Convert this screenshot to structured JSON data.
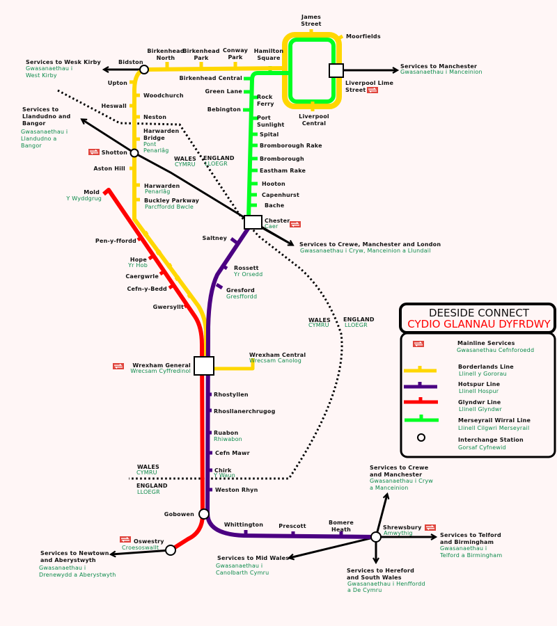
{
  "colors": {
    "borderlands": "#ffd700",
    "hotspur": "#4b0082",
    "glyndwr": "#ff0000",
    "merseyrail": "#00ff22",
    "welsh_text": "#0a8a4a",
    "mainline_icon": "#e0443c"
  },
  "legend": {
    "title_en": "DEESIDE CONNECT",
    "title_cy": "CYDIO GLANNAU DYFRDWY",
    "mainline": {
      "en": "Mainline Services",
      "cy": "Gwasanethau Cefnforoedd"
    },
    "borderlands": {
      "en": "Borderlands Line",
      "cy": "Llinell y Gororau"
    },
    "hotspur": {
      "en": "Hotspur Line",
      "cy": "Llinell Hospur"
    },
    "glyndwr": {
      "en": "Glyndwr Line",
      "cy": "Llinell Glyndwr"
    },
    "merseyrail": {
      "en": "Merseyrail Wirral Line",
      "cy": "Llinell Cilgwri Merseyrail"
    },
    "interchange": {
      "en": "Interchange Station",
      "cy": "Gorsaf Cyfnewid"
    }
  },
  "borders": {
    "north": {
      "wales": "WALES",
      "cymru": "CYMRU",
      "england": "ENGLAND",
      "lloegr": "LLOEGR"
    },
    "middle": {
      "wales": "WALES",
      "cymru": "CYMRU",
      "england": "ENGLAND",
      "lloegr": "LLOEGR"
    },
    "south": {
      "wales": "WALES",
      "cymru": "CYMRU",
      "england": "ENGLAND",
      "lloegr": "LLOEGR"
    }
  },
  "services": {
    "west_kirby": {
      "en": [
        "Services to Wesk Kirby"
      ],
      "cy": [
        "Gwasanaethau i",
        "West Kirby"
      ]
    },
    "manchester": {
      "en": [
        "Services to Manchester"
      ],
      "cy": [
        "Gwasanaethau i Manceinion"
      ]
    },
    "llandudno": {
      "en": [
        "Services to",
        "Llandudno and",
        "Bangor"
      ],
      "cy": [
        "Gwasanaethau i",
        "Llandudno a",
        "Bangor"
      ]
    },
    "crewe_london": {
      "en": [
        "Services to Crewe, Manchester and London"
      ],
      "cy": [
        "Gwasanaethau i Cryw, Manceinion a Llundail"
      ]
    },
    "crewe_manchester": {
      "en": [
        "Services to Crewe",
        "and Manchester"
      ],
      "cy": [
        "Gwasanaethau i Cryw",
        "a Manceinion"
      ]
    },
    "telford": {
      "en": [
        "Services to Telford",
        "and Birmingham"
      ],
      "cy": [
        "Gwasanaethau i",
        "Telford a Birmingham"
      ]
    },
    "hereford": {
      "en": [
        "Services to Hereford",
        "and South Wales"
      ],
      "cy": [
        "Gwasanaethau i Henffordd",
        "a De Cymru"
      ]
    },
    "mid_wales": {
      "en": [
        "Services to Mid Wales"
      ],
      "cy": [
        "Gwasanaethau i",
        "Canolbarth Cymru"
      ]
    },
    "newtown": {
      "en": [
        "Services to Newtown",
        "and Aberystwyth"
      ],
      "cy": [
        "Gwasanaethau i",
        "Drenewydd a Aberystwyth"
      ]
    }
  },
  "stations": {
    "bidston": "Bidston",
    "birkenhead_north": [
      "Birkenhead",
      "North"
    ],
    "birkenhead_park": [
      "Birkenhead",
      "Park"
    ],
    "conway_park": [
      "Conway",
      "Park"
    ],
    "hamilton_square": [
      "Hamilton",
      "Square"
    ],
    "james_street": [
      "James",
      "Street"
    ],
    "moorfields": "Moorfields",
    "lime_street": [
      "Liverpool Lime",
      "Street"
    ],
    "liverpool_central": [
      "Liverpool",
      "Central"
    ],
    "birkenhead_central": "Birkenhead Central",
    "green_lane": "Green Lane",
    "rock_ferry": [
      "Rock",
      "Ferry"
    ],
    "bebington": "Bebington",
    "port_sunlight": [
      "Port",
      "Sunlight"
    ],
    "spital": "Spital",
    "bromborough_rake": "Bromborough Rake",
    "bromborough": "Bromborough",
    "eastham_rake": "Eastham Rake",
    "hooton": "Hooton",
    "capenhurst": "Capenhurst",
    "bache": "Bache",
    "chester": {
      "en": "Chester",
      "cy": "Caer"
    },
    "upton": "Upton",
    "woodchurch": "Woodchurch",
    "heswall": "Heswall",
    "neston": "Neston",
    "hawarden_bridge": {
      "en": [
        "Harwarden",
        "Bridge"
      ],
      "cy": [
        "Pont",
        "Penarlâg"
      ]
    },
    "shotton": "Shotton",
    "aston_hill": "Aston Hill",
    "hawarden": {
      "en": "Harwarden",
      "cy": "Penarlâg"
    },
    "buckley": {
      "en": "Buckley Parkway",
      "cy": "Parcffordd Bwcle"
    },
    "mold": {
      "en": "Mold",
      "cy": "Y Wyddgrug"
    },
    "pen_y_ffordd": "Pen-y-ffordd",
    "hope": {
      "en": "Hope",
      "cy": "Yr Hob"
    },
    "caergwrle": "Caergwrle",
    "cefn_y_bedd": "Cefn-y-Bedd",
    "gwersyllt": "Gwersyllt",
    "saltney": "Saltney",
    "rossett": {
      "en": "Rossett",
      "cy": "Yr Orsedd"
    },
    "gresford": {
      "en": "Gresford",
      "cy": "Gresffordd"
    },
    "wrexham_general": {
      "en": "Wrexham General",
      "cy": "Wrecsam Cyffredinol"
    },
    "wrexham_central": {
      "en": "Wrexham Central",
      "cy": "Wrecsam Canolog"
    },
    "rhostyllen": "Rhostyllen",
    "rhos": "Rhosllanerchrugog",
    "ruabon": {
      "en": "Ruabon",
      "cy": "Rhiwabon"
    },
    "cefn_mawr": "Cefn Mawr",
    "chirk": {
      "en": "Chirk",
      "cy": "Y Waun"
    },
    "weston_rhyn": "Weston Rhyn",
    "gobowen": "Gobowen",
    "oswestry": {
      "en": "Oswestry",
      "cy": "Croesoswallt"
    },
    "whittington": "Whittington",
    "prescott": "Prescott",
    "bomere_heath": [
      "Bomere",
      "Heath"
    ],
    "shrewsbury": {
      "en": "Shrewsbury",
      "cy": "Amwythig"
    }
  }
}
